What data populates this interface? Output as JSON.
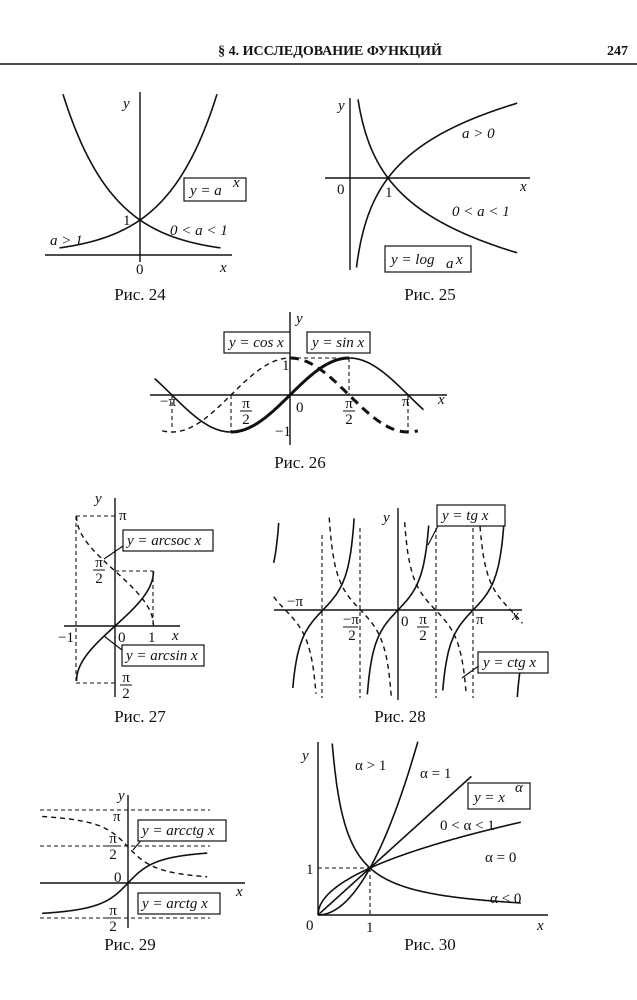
{
  "header": {
    "section": "§ 4. ИССЛЕДОВАНИЕ ФУНКЦИЙ",
    "page_number": "247"
  },
  "fig24": {
    "caption": "Рис. 24",
    "y": "y",
    "x": "x",
    "zero": "0",
    "one": "1",
    "formula": "y = a",
    "formula_exp": "x",
    "label_a_gt_1": "a > 1",
    "label_a_lt_1": "0 < a < 1"
  },
  "fig25": {
    "caption": "Рис. 25",
    "y": "y",
    "x": "x",
    "zero": "0",
    "one": "1",
    "formula": "y = log",
    "formula_sub": "a",
    "formula_arg": "x",
    "label_a_gt_0": "a > 0",
    "label_a_lt_1": "0 < a < 1"
  },
  "fig26": {
    "caption": "Рис. 26",
    "y": "y",
    "x": "x",
    "zero": "0",
    "one": "1",
    "minus_one": "−1",
    "minus_pi": "−π",
    "pi": "π",
    "half_num": "π",
    "half_den": "2",
    "cos_label": "y = cos x",
    "sin_label": "y = sin x"
  },
  "fig27": {
    "caption": "Рис. 27",
    "y": "y",
    "x": "x",
    "zero": "0",
    "one": "1",
    "minus_one": "−1",
    "pi": "π",
    "half_num": "π",
    "half_den": "2",
    "arccos_label": "y = arcsoc x",
    "arcsin_label": "y = arcsin x"
  },
  "fig28": {
    "caption": "Рис. 28",
    "y": "y",
    "x": "x",
    "zero": "0",
    "minus_pi": "−π",
    "pi": "π",
    "neg_half_num": "−π",
    "half_num": "π",
    "half_den": "2",
    "tg_label": "y = tg x",
    "ctg_label": "y = ctg x"
  },
  "fig29": {
    "caption": "Рис. 29",
    "y": "y",
    "x": "x",
    "zero": "0",
    "pi": "π",
    "half_num": "π",
    "half_den": "2",
    "arcctg_label": "y = arcctg x",
    "arctg_label": "y = arctg x"
  },
  "fig30": {
    "caption": "Рис. 30",
    "y": "y",
    "x": "x",
    "zero": "0",
    "one": "1",
    "formula": "y = x",
    "formula_exp": "α",
    "alpha_gt_1": "α > 1",
    "alpha_eq_1": "α = 1",
    "alpha_between": "0 < α < 1",
    "alpha_eq_0": "α = 0",
    "alpha_lt_0": "α < 0"
  }
}
